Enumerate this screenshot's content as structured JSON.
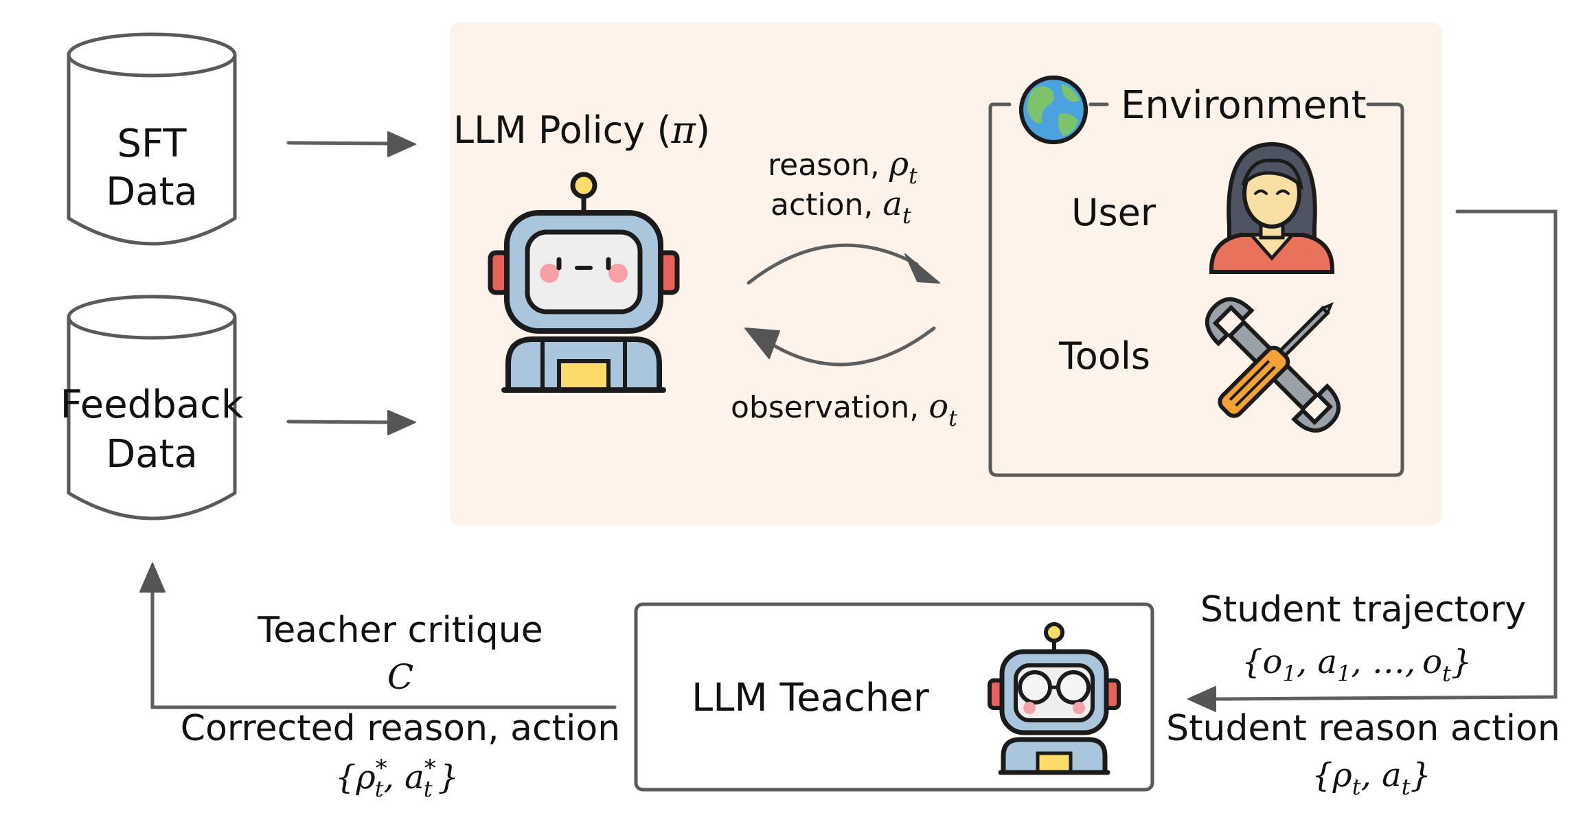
{
  "colors": {
    "policy_panel_bg": "#fdf3ea",
    "stroke": "#5a5a5a",
    "text": "#111111"
  },
  "icons": {
    "globe": "globe-icon",
    "robot": "robot-icon",
    "teacher_robot": "teacher-robot-icon",
    "user": "user-icon",
    "tools": "tools-icon"
  },
  "datasets": {
    "sft": {
      "line1": "SFT",
      "line2": "Data"
    },
    "feedback": {
      "line1": "Feedback",
      "line2": "Data"
    }
  },
  "policy": {
    "title": "LLM Policy",
    "symbol": "π",
    "reason_label": "reason, ",
    "reason_sym": "ρ",
    "action_label": "action, ",
    "action_sym": "a",
    "observation_label": "observation, ",
    "observation_sym": "o",
    "subscript_t": "t"
  },
  "environment": {
    "title": "Environment",
    "user_label": "User",
    "tools_label": "Tools"
  },
  "teacher": {
    "title": "LLM Teacher",
    "critique_label": "Teacher critique",
    "critique_symbol": "C",
    "corrected_label": "Corrected reason, action",
    "student_traj_label": "Student trajectory",
    "student_reason_label": "Student reason action"
  },
  "math": {
    "lbrace": "{",
    "rbrace": "}",
    "comma": ", ",
    "ellipsis": "…,",
    "star": "*",
    "one": "1",
    "rho": "ρ",
    "a": "a",
    "o": "o",
    "t": "t"
  }
}
